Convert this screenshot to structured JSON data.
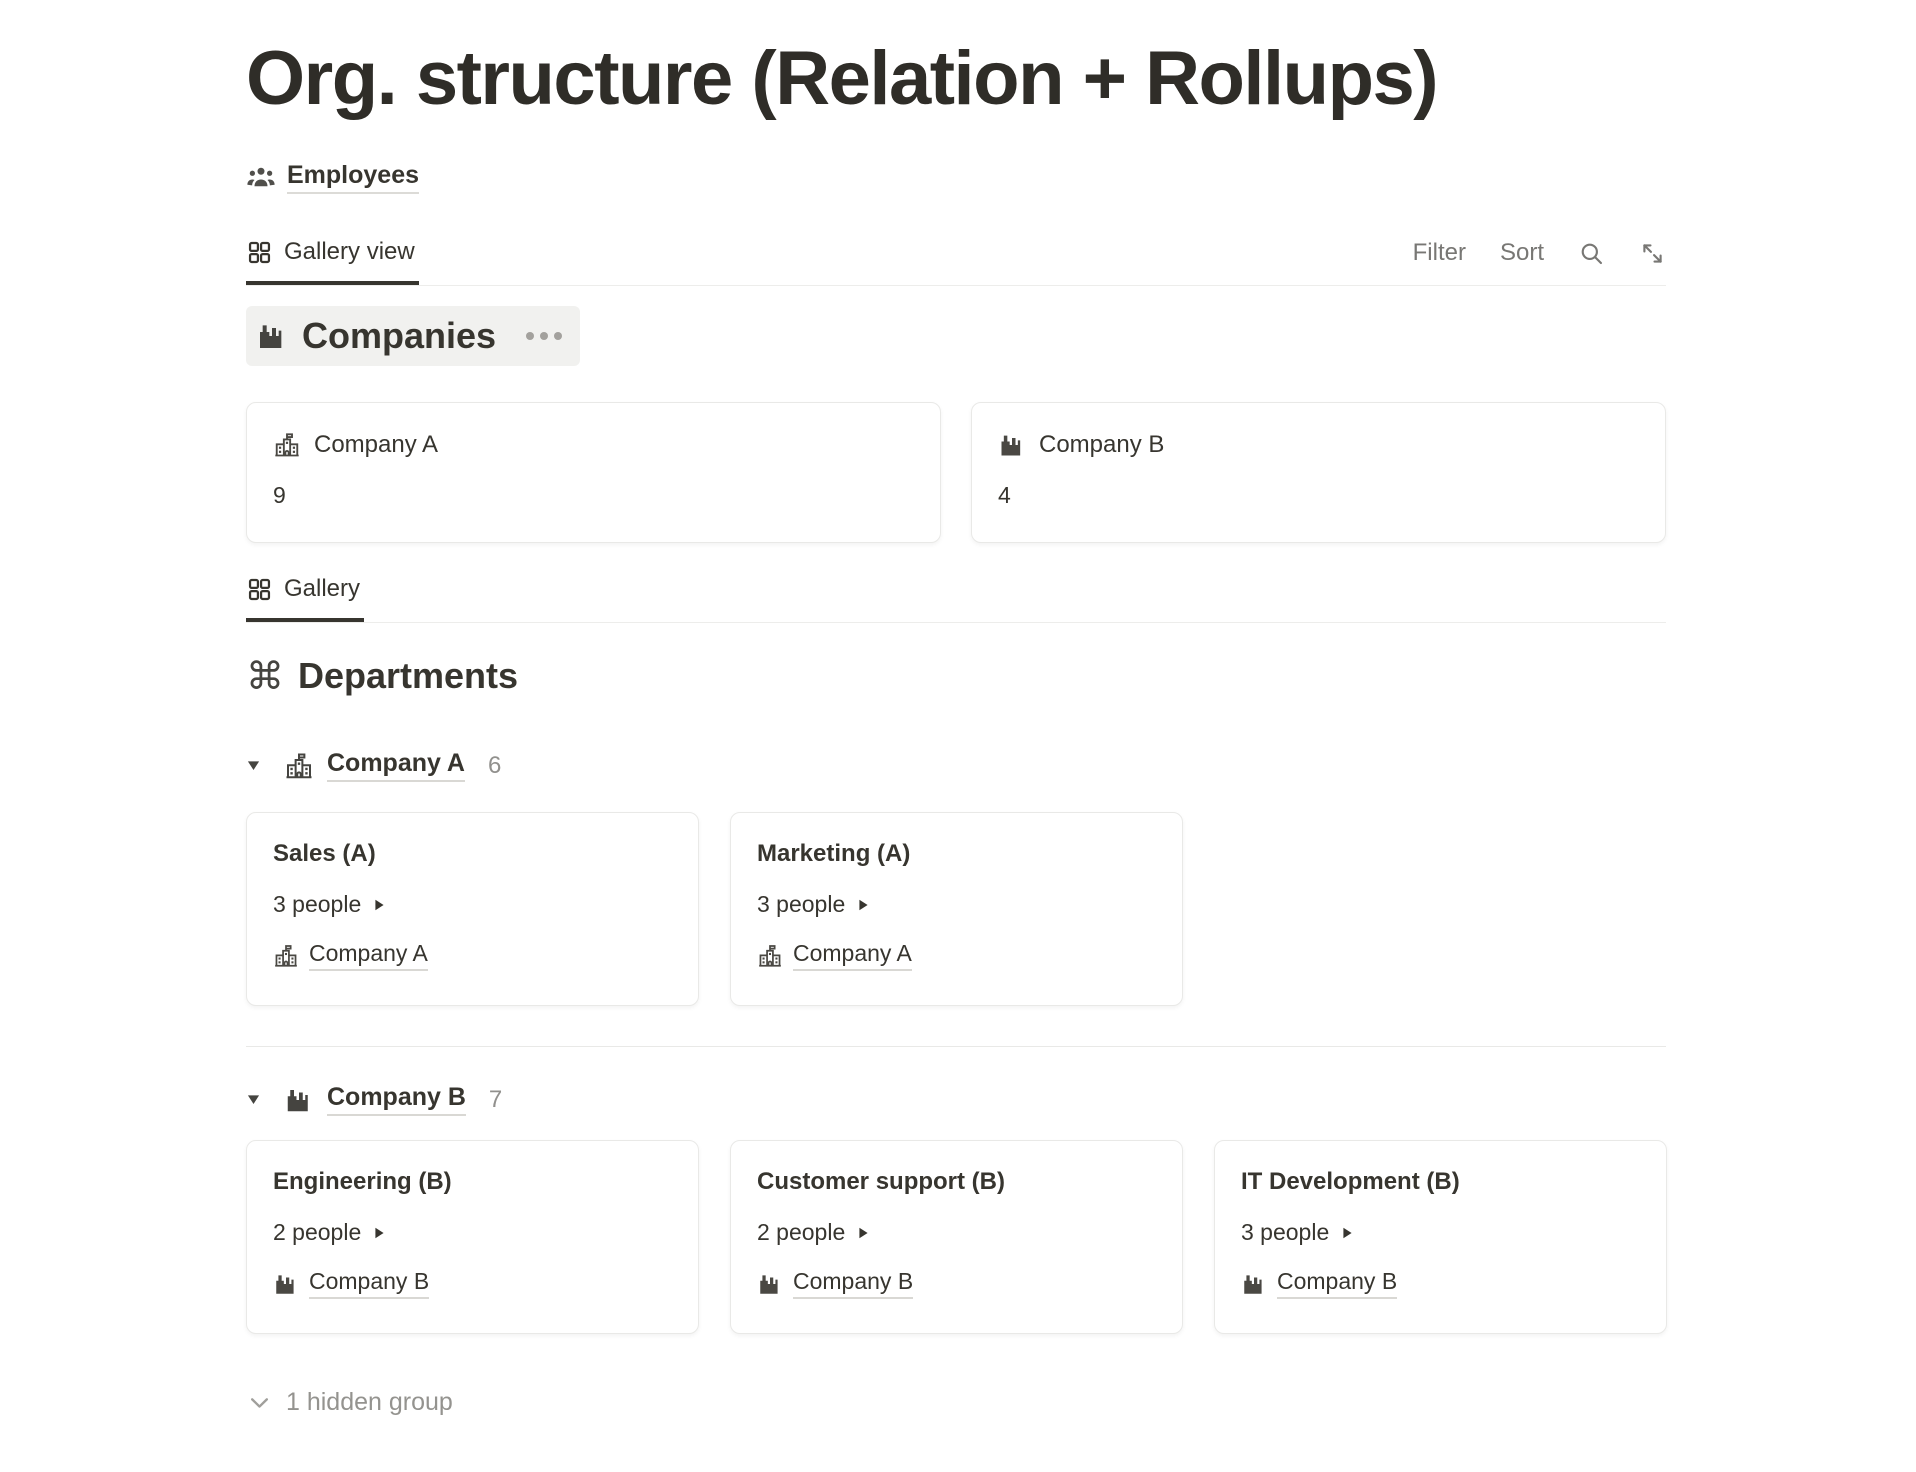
{
  "page_title": "Org. structure (Relation + Rollups)",
  "breadcrumb": {
    "label": "Employees"
  },
  "toolbar": {
    "filter_label": "Filter",
    "sort_label": "Sort"
  },
  "companies": {
    "tab_label": "Gallery view",
    "title": "Companies",
    "cards": [
      {
        "name": "Company A",
        "value": "9"
      },
      {
        "name": "Company B",
        "value": "4"
      }
    ]
  },
  "departments": {
    "tab_label": "Gallery",
    "title": "Departments",
    "groups": [
      {
        "name": "Company A",
        "count": "6",
        "cards": [
          {
            "title": "Sales (A)",
            "people": "3 people",
            "company": "Company A"
          },
          {
            "title": "Marketing (A)",
            "people": "3 people",
            "company": "Company A"
          }
        ]
      },
      {
        "name": "Company B",
        "count": "7",
        "cards": [
          {
            "title": "Engineering (B)",
            "people": "2 people",
            "company": "Company B"
          },
          {
            "title": "Customer support (B)",
            "people": "2 people",
            "company": "Company B"
          },
          {
            "title": "IT Development (B)",
            "people": "3 people",
            "company": "Company B"
          }
        ]
      }
    ],
    "hidden_label": "1 hidden group"
  },
  "colors": {
    "text": "#37352f",
    "muted": "#787774",
    "faint": "#94938f",
    "border": "#e9e9e7",
    "highlight_bg": "#f1f1ef",
    "tab_underline": "#37352f"
  }
}
